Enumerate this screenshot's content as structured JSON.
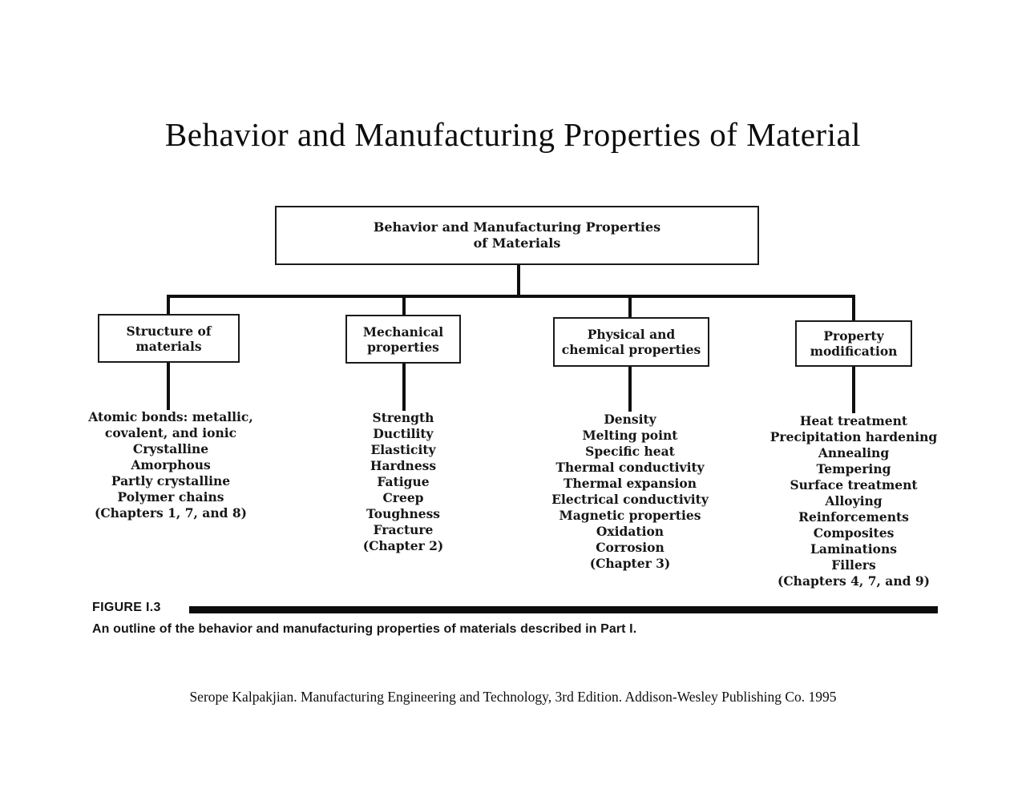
{
  "page": {
    "title": "Behavior and Manufacturing Properties of Material",
    "citation": "Serope Kalpakjian.  Manufacturing Engineering and Technology, 3rd Edition.  Addison-Wesley Publishing Co.  1995"
  },
  "figure": {
    "label": "FIGURE I.3",
    "caption": "An outline of the behavior and manufacturing properties of materials described in Part I."
  },
  "diagram": {
    "root": {
      "label_lines": [
        "Behavior and Manufacturing Properties",
        "of Materials"
      ]
    },
    "branches": [
      {
        "label_lines": [
          "Structure of",
          "materials"
        ],
        "items": [
          "Atomic bonds: metallic,",
          "covalent, and ionic",
          "Crystalline",
          "Amorphous",
          "Partly crystalline",
          "Polymer chains",
          "(Chapters 1, 7, and 8)"
        ]
      },
      {
        "label_lines": [
          "Mechanical",
          "properties"
        ],
        "items": [
          "Strength",
          "Ductility",
          "Elasticity",
          "Hardness",
          "Fatigue",
          "Creep",
          "Toughness",
          "Fracture",
          "(Chapter 2)"
        ]
      },
      {
        "label_lines": [
          "Physical and",
          "chemical properties"
        ],
        "items": [
          "Density",
          "Melting point",
          "Specific heat",
          "Thermal conductivity",
          "Thermal expansion",
          "Electrical conductivity",
          "Magnetic properties",
          "Oxidation",
          "Corrosion",
          "(Chapter 3)"
        ]
      },
      {
        "label_lines": [
          "Property",
          "modification"
        ],
        "items": [
          "Heat treatment",
          "Precipitation hardening",
          "Annealing",
          "Tempering",
          "Surface treatment",
          "Alloying",
          "Reinforcements",
          "Composites",
          "Laminations",
          "Fillers",
          "(Chapters 4, 7, and 9)"
        ]
      }
    ]
  },
  "colors": {
    "background": "#ffffff",
    "ink": "#111111",
    "line": "#0f0f0f"
  }
}
